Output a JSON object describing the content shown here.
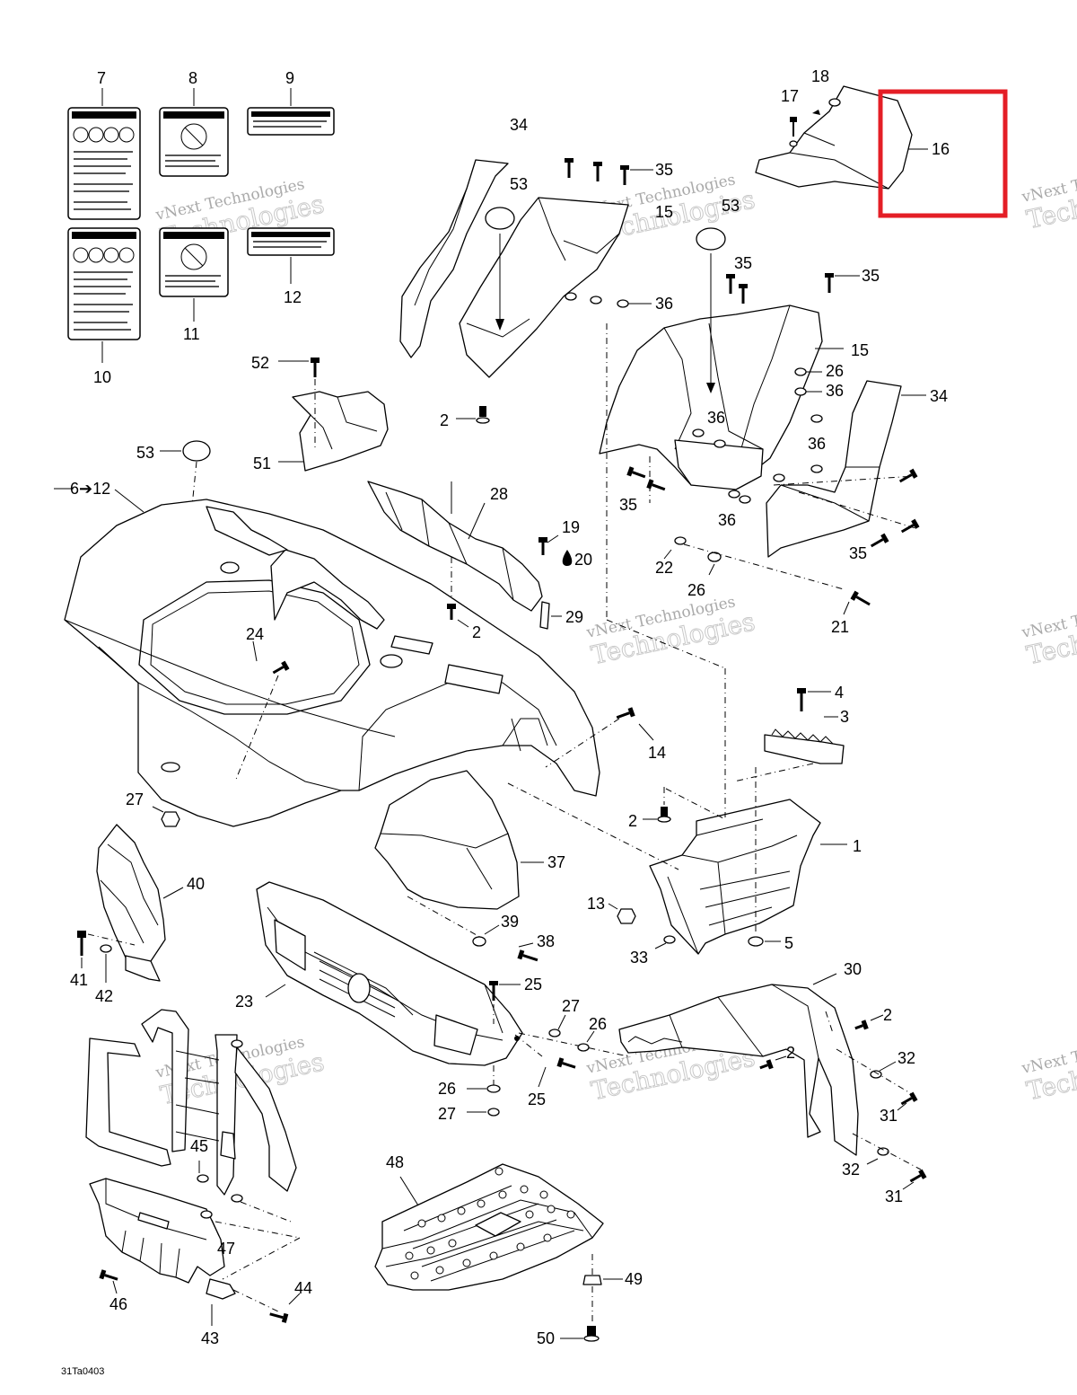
{
  "diagram": {
    "reference_code": "31Ta0403",
    "highlight_color": "#e41e26",
    "watermark": {
      "brand": "vNext Technologies",
      "word": "Technologies"
    },
    "callouts": {
      "c1": "1",
      "c2a": "2",
      "c2b": "2",
      "c2c": "2",
      "c2d": "2",
      "c2e": "2",
      "c3": "3",
      "c4": "4",
      "c5": "5",
      "c6to12": "6➔12",
      "c7": "7",
      "c8": "8",
      "c9": "9",
      "c10": "10",
      "c11": "11",
      "c12": "12",
      "c13": "13",
      "c14": "14",
      "c15a": "15",
      "c15b": "15",
      "c16": "16",
      "c17": "17",
      "c18": "18",
      "c19": "19",
      "c20": "20",
      "c21": "21",
      "c22": "22",
      "c23": "23",
      "c24": "24",
      "c25a": "25",
      "c25b": "25",
      "c26a": "26",
      "c26b": "26",
      "c26c": "26",
      "c26d": "26",
      "c27a": "27",
      "c27b": "27",
      "c27c": "27",
      "c28": "28",
      "c29": "29",
      "c30": "30",
      "c31a": "31",
      "c31b": "31",
      "c32a": "32",
      "c32b": "32",
      "c33": "33",
      "c34a": "34",
      "c34b": "34",
      "c35a": "35",
      "c35b": "35",
      "c35c": "35",
      "c35d": "35",
      "c35e": "35",
      "c36a": "36",
      "c36b": "36",
      "c36c": "36",
      "c36d": "36",
      "c36e": "36",
      "c37": "37",
      "c38": "38",
      "c39": "39",
      "c40": "40",
      "c41": "41",
      "c42": "42",
      "c43": "43",
      "c44": "44",
      "c45": "45",
      "c46": "46",
      "c47": "47",
      "c48": "48",
      "c49": "49",
      "c50": "50",
      "c51": "51",
      "c52": "52",
      "c53a": "53",
      "c53b": "53",
      "c53c": "53"
    }
  }
}
